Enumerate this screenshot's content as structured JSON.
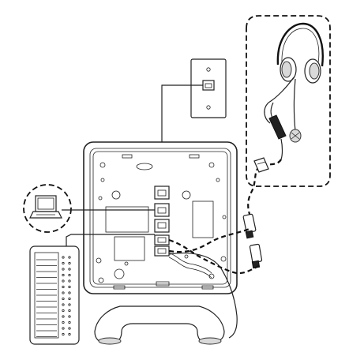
{
  "diagram": {
    "type": "ip-phone-connection-illustration",
    "components": [
      "wall-jack",
      "headset",
      "laptop",
      "key-expansion-module",
      "phone-base",
      "handset"
    ],
    "colors": {
      "line": "#222222",
      "background": "#ffffff",
      "shade": "#d9d9d9"
    }
  }
}
